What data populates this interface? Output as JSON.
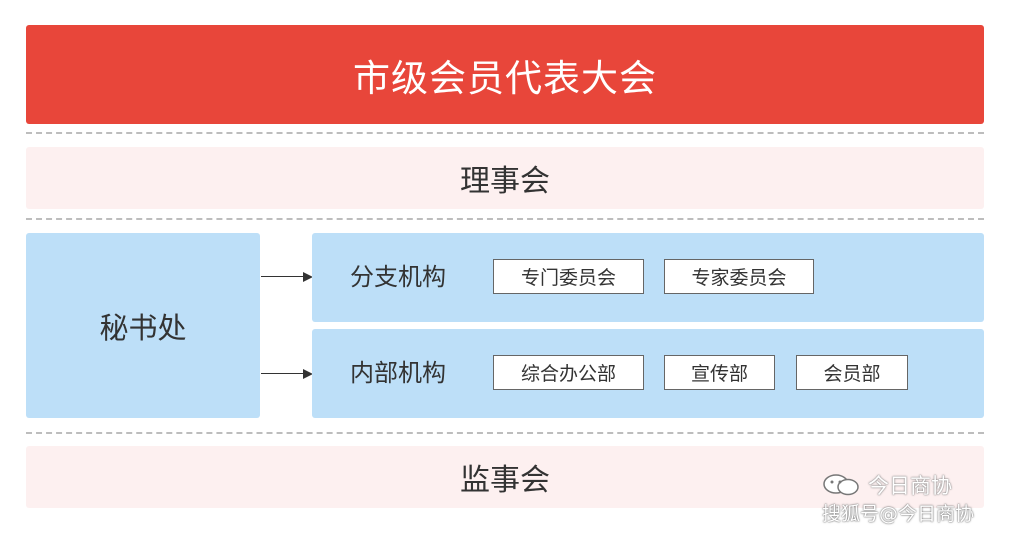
{
  "top": {
    "title": "市级会员代表大会"
  },
  "council": {
    "label": "理事会"
  },
  "secretariat": {
    "label": "秘书处"
  },
  "branches": {
    "label": "分支机构",
    "items": [
      "专门委员会",
      "专家委员会"
    ]
  },
  "internal": {
    "label": "内部机构",
    "items": [
      "综合办公部",
      "宣传部",
      "会员部"
    ]
  },
  "supervisory": {
    "label": "监事会"
  },
  "watermark": {
    "line1": "今日商协",
    "line2": "搜狐号@今日商协"
  },
  "colors": {
    "banner": "#e8463a",
    "pink": "#fdf0f0",
    "blue": "#bddff8"
  }
}
